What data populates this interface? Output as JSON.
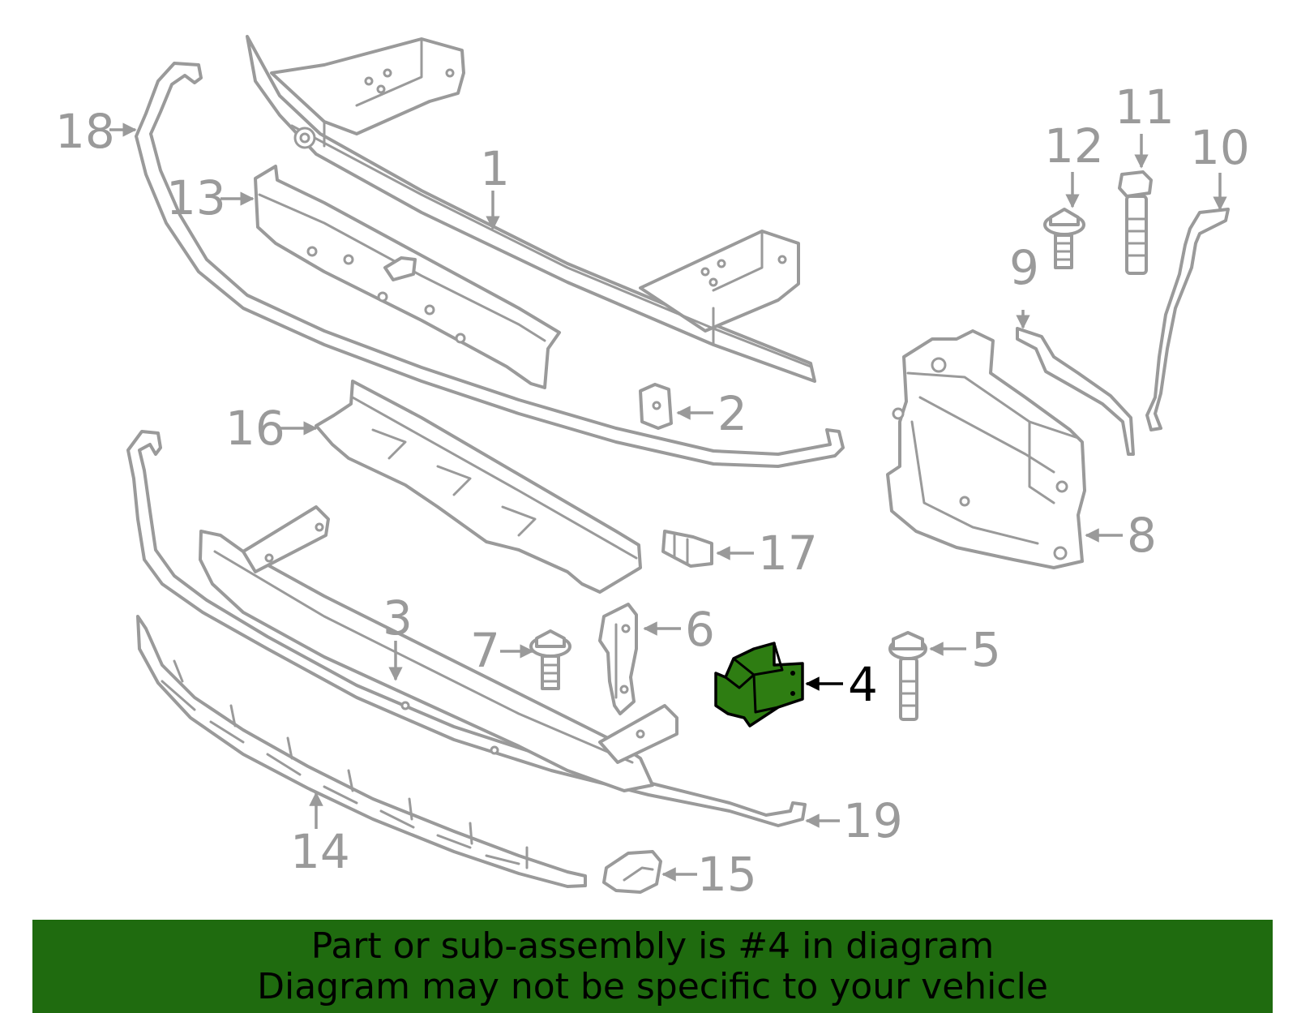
{
  "banner": {
    "line1": "Part or sub-assembly is #4 in diagram",
    "line2": "Diagram may not be specific to your vehicle",
    "color": "#1f6b0f"
  },
  "highlight": {
    "part": "4",
    "color": "#2e7d12"
  },
  "callouts": {
    "c1": "1",
    "c2": "2",
    "c3": "3",
    "c4": "4",
    "c5": "5",
    "c6": "6",
    "c7": "7",
    "c8": "8",
    "c9": "9",
    "c10": "10",
    "c11": "11",
    "c12": "12",
    "c13": "13",
    "c14": "14",
    "c15": "15",
    "c16": "16",
    "c17": "17",
    "c18": "18",
    "c19": "19"
  }
}
